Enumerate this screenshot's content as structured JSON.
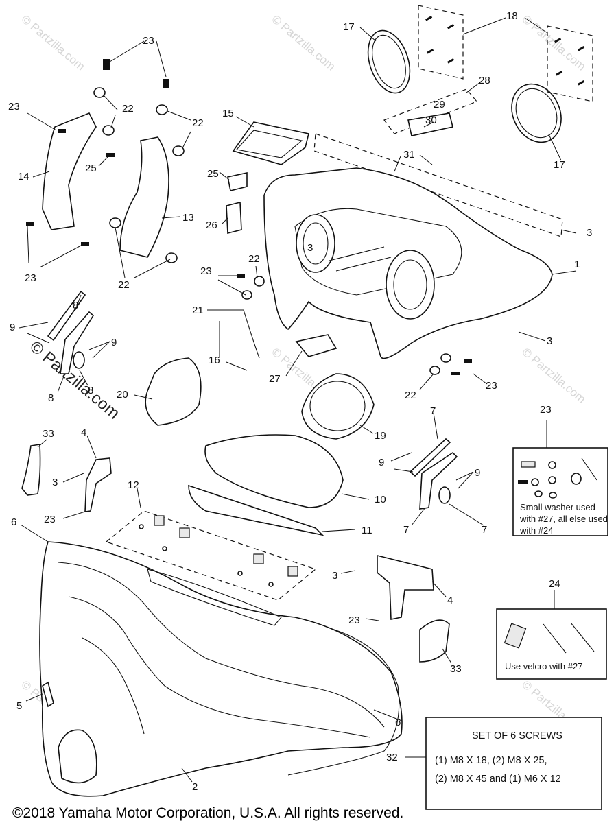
{
  "callouts": [
    {
      "id": "c17a",
      "label": "17"
    },
    {
      "id": "c18",
      "label": "18"
    },
    {
      "id": "c17b",
      "label": "17"
    },
    {
      "id": "c28",
      "label": "28"
    },
    {
      "id": "c29",
      "label": "29"
    },
    {
      "id": "c30",
      "label": "30"
    },
    {
      "id": "c31",
      "label": "31"
    },
    {
      "id": "c3a",
      "label": "3"
    },
    {
      "id": "c3b",
      "label": "3"
    },
    {
      "id": "c1",
      "label": "1"
    },
    {
      "id": "c3c",
      "label": "3"
    },
    {
      "id": "c23a",
      "label": "23"
    },
    {
      "id": "c22a",
      "label": "22"
    },
    {
      "id": "c23b",
      "label": "23"
    },
    {
      "id": "c22b",
      "label": "22"
    },
    {
      "id": "c14",
      "label": "14"
    },
    {
      "id": "c25a",
      "label": "25"
    },
    {
      "id": "c13",
      "label": "13"
    },
    {
      "id": "c23c",
      "label": "23"
    },
    {
      "id": "c22c",
      "label": "22"
    },
    {
      "id": "c15",
      "label": "15"
    },
    {
      "id": "c25b",
      "label": "25"
    },
    {
      "id": "c26",
      "label": "26"
    },
    {
      "id": "c22d",
      "label": "22"
    },
    {
      "id": "c23d",
      "label": "23"
    },
    {
      "id": "c21",
      "label": "21"
    },
    {
      "id": "c16",
      "label": "16"
    },
    {
      "id": "c27",
      "label": "27"
    },
    {
      "id": "c23e",
      "label": "23"
    },
    {
      "id": "c22e",
      "label": "22"
    },
    {
      "id": "c8a",
      "label": "8"
    },
    {
      "id": "c9a",
      "label": "9"
    },
    {
      "id": "c9b",
      "label": "9"
    },
    {
      "id": "c8b",
      "label": "8"
    },
    {
      "id": "c8c",
      "label": "8"
    },
    {
      "id": "c20",
      "label": "20"
    },
    {
      "id": "c19",
      "label": "19"
    },
    {
      "id": "c33a",
      "label": "33"
    },
    {
      "id": "c4a",
      "label": "4"
    },
    {
      "id": "c3d",
      "label": "3"
    },
    {
      "id": "c23f",
      "label": "23"
    },
    {
      "id": "c12",
      "label": "12"
    },
    {
      "id": "c10",
      "label": "10"
    },
    {
      "id": "c11",
      "label": "11"
    },
    {
      "id": "c7a",
      "label": "7"
    },
    {
      "id": "c9c",
      "label": "9"
    },
    {
      "id": "c9d",
      "label": "9"
    },
    {
      "id": "c7b",
      "label": "7"
    },
    {
      "id": "c7c",
      "label": "7"
    },
    {
      "id": "c23g",
      "label": "23"
    },
    {
      "id": "c6a",
      "label": "6"
    },
    {
      "id": "c3e",
      "label": "3"
    },
    {
      "id": "c4b",
      "label": "4"
    },
    {
      "id": "c23h",
      "label": "23"
    },
    {
      "id": "c24",
      "label": "24"
    },
    {
      "id": "c33b",
      "label": "33"
    },
    {
      "id": "c5",
      "label": "5"
    },
    {
      "id": "c6b",
      "label": "6"
    },
    {
      "id": "c32",
      "label": "32"
    },
    {
      "id": "c2",
      "label": "2"
    }
  ],
  "kit23_note_line1": "Small washer used",
  "kit23_note_line2": "with #27, all else used",
  "kit23_note_line3": "with #24",
  "kit24_note": "Use velcro with #27",
  "screws_title": "SET OF 6 SCREWS",
  "screws_line1": "(1) M8 X 18, (2) M8 X 25,",
  "screws_line2": "(2) M8 X 45 and (1) M6 X 12",
  "watermark_text": "© Partzilla.com",
  "copyright": "©2018  Yamaha Motor Corporation, U.S.A. All rights reserved."
}
